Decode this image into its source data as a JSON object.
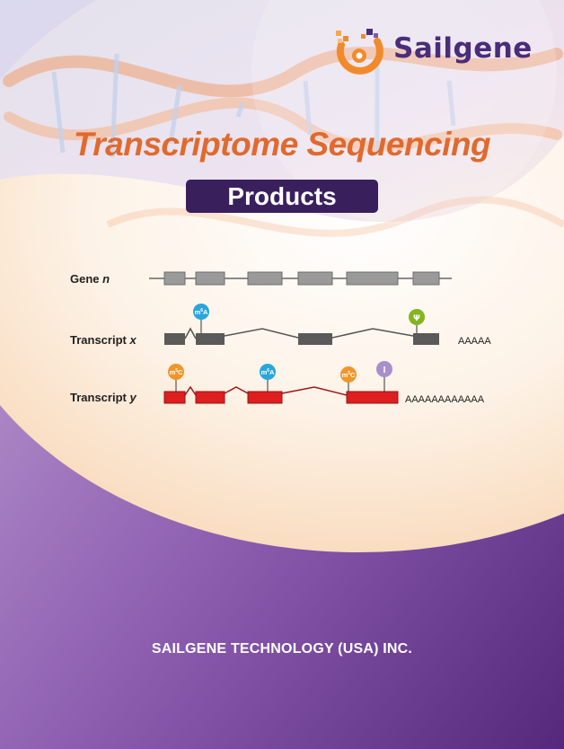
{
  "brand": {
    "name": "Sailgene"
  },
  "cover": {
    "title": "Transcriptome Sequencing",
    "badge": "Products"
  },
  "diagram": {
    "gene": {
      "label": "Gene",
      "label_italic": "n"
    },
    "transcript_x": {
      "label": "Transcript",
      "label_italic": "x",
      "tail": "AAAAA",
      "marks": [
        "m6A",
        "Ψ"
      ]
    },
    "transcript_y": {
      "label": "Transcript",
      "label_italic": "y",
      "tail": "AAAAAAAAAAAA",
      "marks": [
        "m5C",
        "m6A",
        "m5C",
        "I"
      ]
    },
    "mark_base": {
      "m6A": "m",
      "m5C": "m"
    },
    "mark_sup": {
      "m6A": "6",
      "m5C": "5"
    },
    "mark_tail": {
      "m6A": "A",
      "m5C": "C"
    }
  },
  "footer": {
    "company": "SAILGENE TECHNOLOGY (USA) INC."
  },
  "colors": {
    "brand_purple": "#4a2d7a",
    "brand_orange": "#f28a2c",
    "title_orange": "#e06a2e",
    "badge_bg": "#3a1f5d",
    "exon_gray": "#9a9a9a",
    "exon_dark": "#5a5a5a",
    "exon_red": "#dd1f1f",
    "m6a_blue": "#29a7dc",
    "m5c_orange": "#f0962a",
    "psi_green": "#84b520",
    "inosine_lilac": "#a98fc9"
  },
  "icons": [
    "sailgene-logo-icon",
    "dna-helix-icon"
  ]
}
